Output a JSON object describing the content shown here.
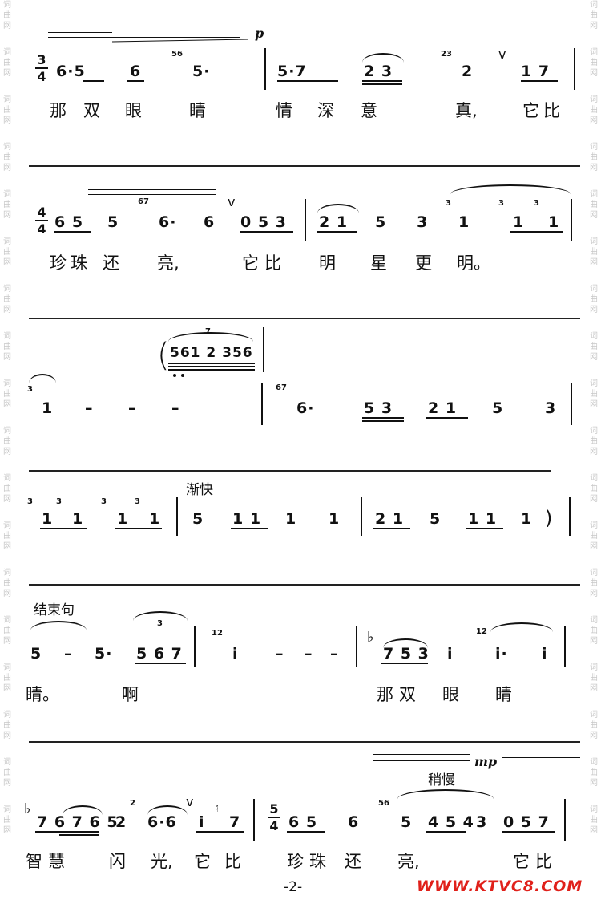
{
  "watermark_column": [
    "词",
    "曲",
    "网",
    "词",
    "曲",
    "网",
    "词",
    "曲",
    "网",
    "词",
    "曲",
    "网",
    "词",
    "曲",
    "网",
    "词",
    "曲",
    "网",
    "词",
    "曲",
    "网",
    "词",
    "曲",
    "网",
    "词",
    "曲",
    "网",
    "词",
    "曲",
    "网",
    "词",
    "曲",
    "网",
    "词",
    "曲",
    "网",
    "词",
    "曲",
    "网",
    "词",
    "曲",
    "网",
    "词",
    "曲",
    "网",
    "词",
    "曲",
    "网",
    "词",
    "曲",
    "网",
    "词",
    "曲",
    "网"
  ],
  "system1": {
    "meter_top": "3",
    "meter_bottom": "4",
    "dynamic": "p",
    "notes": [
      "6·5",
      "6",
      "5·",
      "5·7",
      "2 3",
      "2",
      "1 7"
    ],
    "graces": [
      "56",
      "23"
    ],
    "breath": "v",
    "lyrics": [
      "那",
      "双",
      "眼",
      "睛",
      "情",
      "深",
      "意",
      "真,",
      "它",
      "比"
    ]
  },
  "system2": {
    "meter_top": "4",
    "meter_bottom": "4",
    "notes": [
      "6 5",
      "5",
      "6·",
      "6",
      "0 5 3",
      "2 1",
      "5",
      "3",
      "1",
      "1",
      "1"
    ],
    "graces": [
      "67",
      "3",
      "3",
      "3"
    ],
    "breath": "v",
    "lyrics": [
      "珍",
      "珠",
      "还",
      "亮,",
      "它",
      "比",
      "明",
      "星",
      "更",
      "明。"
    ]
  },
  "system3": {
    "run": "561 2 356",
    "run_mark": "7",
    "notes": [
      "1",
      "–",
      "–",
      "–",
      "6·",
      "5 3",
      "2 1",
      "5",
      "3"
    ],
    "graces": [
      "3",
      "67"
    ]
  },
  "system4": {
    "tempo": "渐快",
    "notes": [
      "1",
      "1",
      "1",
      "1",
      "5",
      "1 1",
      "1",
      "1",
      "2 1",
      "5",
      "1 1",
      "1",
      ")"
    ],
    "graces": [
      "3",
      "3",
      "3",
      "3"
    ]
  },
  "system5": {
    "label": "结束句",
    "notes": [
      "5",
      "–",
      "5·",
      "5 6 7",
      "i",
      "–",
      "–",
      "–",
      "7 5 3",
      "i",
      "i·",
      "i"
    ],
    "tuplet": "3",
    "graces": [
      "12",
      "12"
    ],
    "flat": "♭",
    "lyrics": [
      "睛。",
      "啊",
      "那",
      "双",
      "眼",
      "睛"
    ]
  },
  "system6": {
    "dynamic": "mp",
    "tempo": "稍慢",
    "flat": "♭",
    "natural": "♮",
    "meter_top": "5",
    "meter_bottom": "4",
    "notes": [
      "7 6 7 6 5",
      "2",
      "6·6",
      "i",
      "7",
      "6 5",
      "6",
      "5",
      "4 5 4",
      "3",
      "0 5 7"
    ],
    "graces": [
      "2",
      "56"
    ],
    "breath": "v",
    "lyrics": [
      "智",
      "慧",
      "闪",
      "光,",
      "它",
      "比",
      "珍",
      "珠",
      "还",
      "亮,",
      "它",
      "比"
    ]
  },
  "footer": {
    "page_number": "-2-",
    "site": "WWW.KTVC8.COM"
  }
}
